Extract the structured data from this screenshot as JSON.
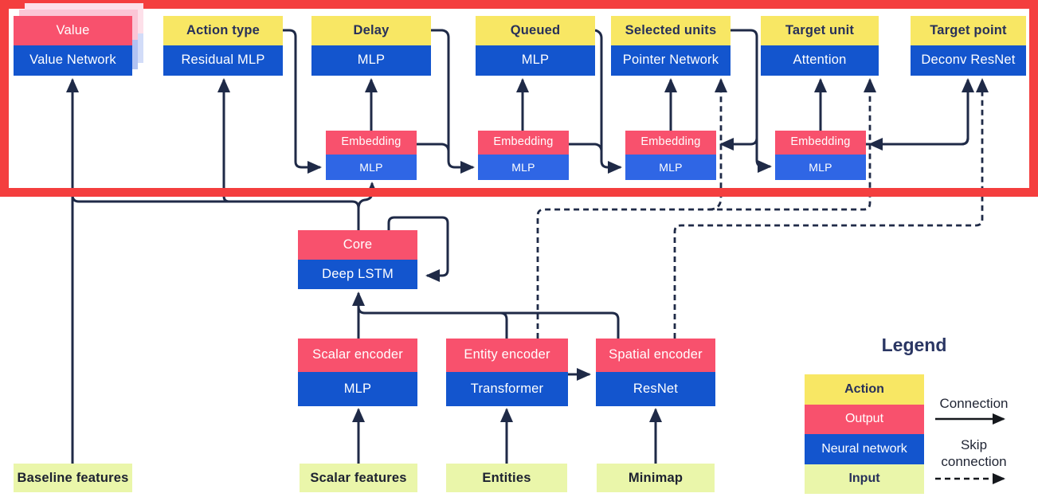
{
  "figure": {
    "description": "AlphaStar-style agent architecture diagram with highlighted action-heads row",
    "highlight_color": "#F43E3E"
  },
  "diagram": {
    "heads": [
      {
        "top": "Value",
        "bottom": "Value Network",
        "top_type": "output"
      },
      {
        "top": "Action type",
        "bottom": "Residual MLP",
        "top_type": "action"
      },
      {
        "top": "Delay",
        "bottom": "MLP",
        "top_type": "action"
      },
      {
        "top": "Queued",
        "bottom": "MLP",
        "top_type": "action"
      },
      {
        "top": "Selected units",
        "bottom": "Pointer Network",
        "top_type": "action"
      },
      {
        "top": "Target unit",
        "bottom": "Attention",
        "top_type": "action"
      },
      {
        "top": "Target point",
        "bottom": "Deconv ResNet",
        "top_type": "action"
      }
    ],
    "embeddings": [
      {
        "top": "Embedding",
        "bottom": "MLP"
      },
      {
        "top": "Embedding",
        "bottom": "MLP"
      },
      {
        "top": "Embedding",
        "bottom": "MLP"
      },
      {
        "top": "Embedding",
        "bottom": "MLP"
      }
    ],
    "core": {
      "top": "Core",
      "bottom": "Deep LSTM"
    },
    "encoders": [
      {
        "top": "Scalar encoder",
        "bottom": "MLP"
      },
      {
        "top": "Entity encoder",
        "bottom": "Transformer"
      },
      {
        "top": "Spatial encoder",
        "bottom": "ResNet"
      }
    ],
    "inputs": [
      {
        "label": "Baseline features"
      },
      {
        "label": "Scalar features"
      },
      {
        "label": "Entities"
      },
      {
        "label": "Minimap"
      }
    ]
  },
  "legend": {
    "title": "Legend",
    "items": [
      {
        "label": "Action",
        "type": "action"
      },
      {
        "label": "Output",
        "type": "output"
      },
      {
        "label": "Neural network",
        "type": "net"
      },
      {
        "label": "Input",
        "type": "input"
      }
    ],
    "connection_label": "Connection",
    "skip_connection_label": "Skip connection"
  },
  "colors": {
    "action_yellow": "#F8E764",
    "output_pink": "#F8516D",
    "network_blue": "#1355CE",
    "embedding_mlp_blue": "#2F66E5",
    "input_green": "#EAF6AA",
    "wire_navy": "#1F2A47",
    "highlight_red": "#F43E3E"
  }
}
